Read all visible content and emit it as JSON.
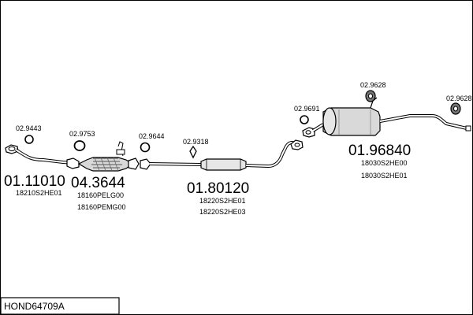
{
  "diagram": {
    "footer_label": "HOND64709A",
    "groups": [
      {
        "id": "front-pipe",
        "ref": "01.11010",
        "oem": [
          "18210S2HE01"
        ]
      },
      {
        "id": "catalyst",
        "ref": "04.3644",
        "oem": [
          "18160PELG00",
          "18160PEMG00"
        ]
      },
      {
        "id": "center-silencer",
        "ref": "01.80120",
        "oem": [
          "18220S2HE01",
          "18220S2HE03"
        ]
      },
      {
        "id": "rear-silencer",
        "ref": "01.96840",
        "oem": [
          "18030S2HE00",
          "18030S2HE01"
        ]
      }
    ],
    "accessories": [
      {
        "id": "acc-1",
        "label": "02.9443",
        "icon": "ring-gasket-icon"
      },
      {
        "id": "acc-2",
        "label": "02.9753",
        "icon": "ring-gasket-icon"
      },
      {
        "id": "acc-3",
        "label": "02.9644",
        "icon": "ring-gasket-icon"
      },
      {
        "id": "acc-4",
        "label": "02.9318",
        "icon": "hanger-clip-icon"
      },
      {
        "id": "acc-5",
        "label": "02.9691",
        "icon": "ring-gasket-icon"
      },
      {
        "id": "acc-6",
        "label": "02.9628",
        "icon": "rubber-mount-icon"
      },
      {
        "id": "acc-7",
        "label": "02.9628",
        "icon": "rubber-mount-icon"
      }
    ]
  }
}
